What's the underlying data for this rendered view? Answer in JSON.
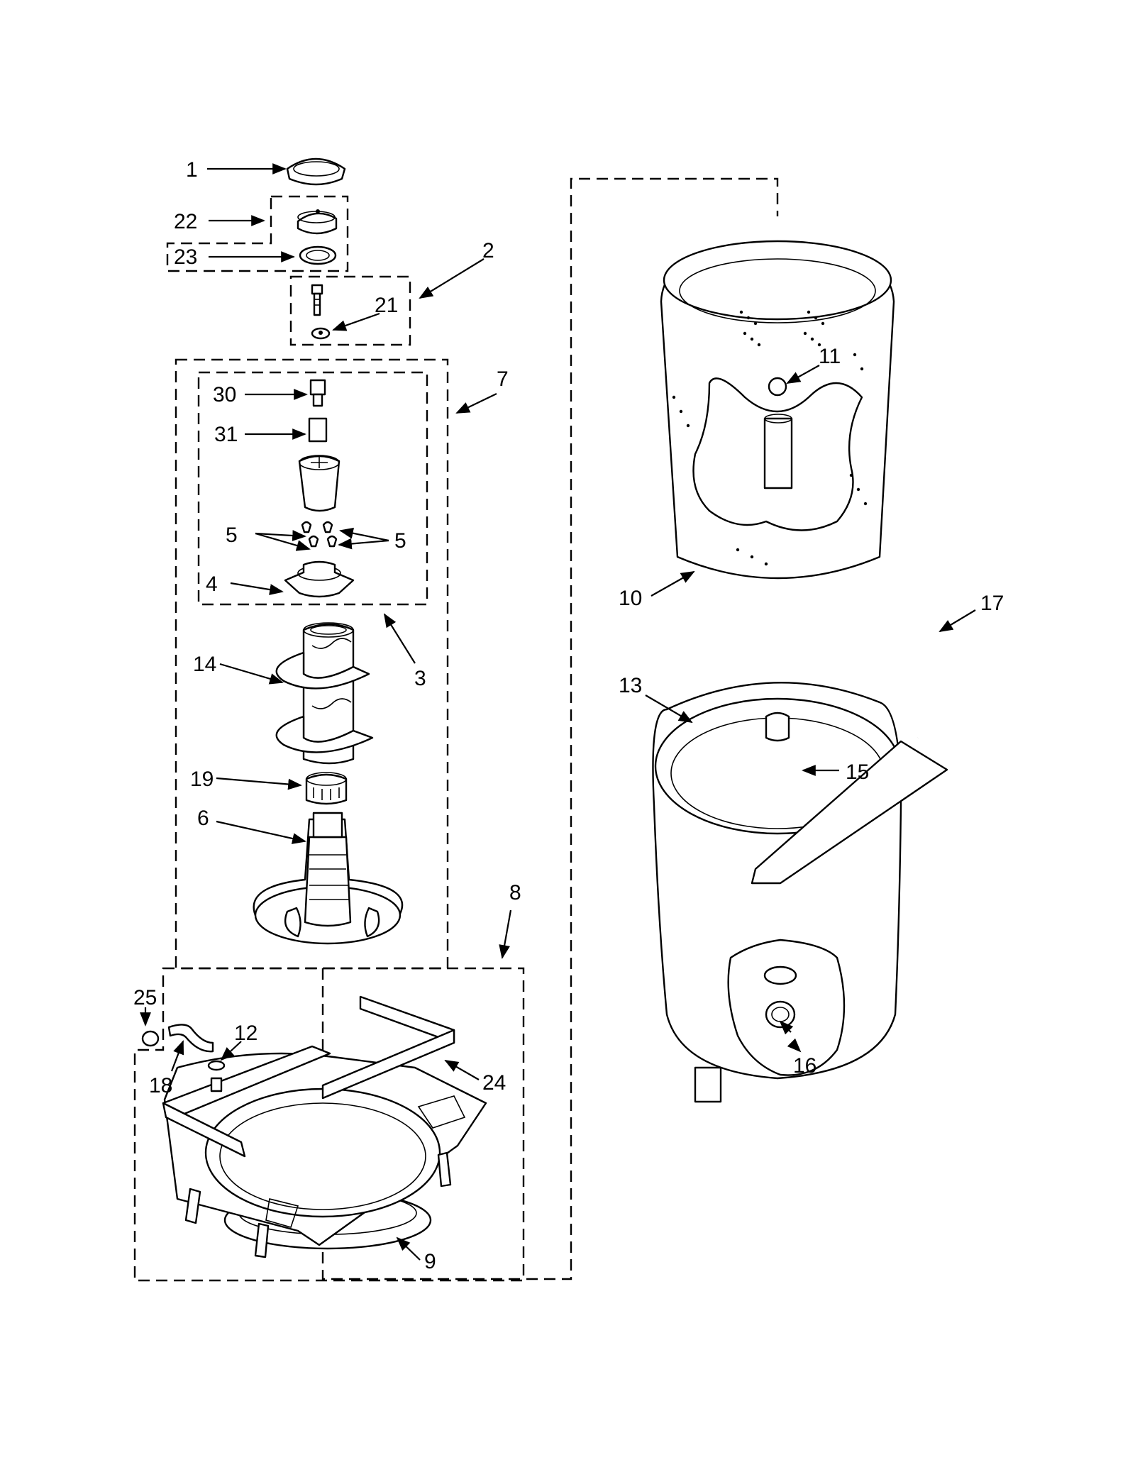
{
  "callouts": {
    "c1": "1",
    "c2": "2",
    "c3": "3",
    "c4": "4",
    "c5a": "5",
    "c5b": "5",
    "c6": "6",
    "c7": "7",
    "c8": "8",
    "c9": "9",
    "c10": "10",
    "c11": "11",
    "c12": "12",
    "c13": "13",
    "c14": "14",
    "c15": "15",
    "c16": "16",
    "c17": "17",
    "c18": "18",
    "c19": "19",
    "c21": "21",
    "c22": "22",
    "c23": "23",
    "c24": "24",
    "c25": "25",
    "c30": "30",
    "c31": "31"
  }
}
